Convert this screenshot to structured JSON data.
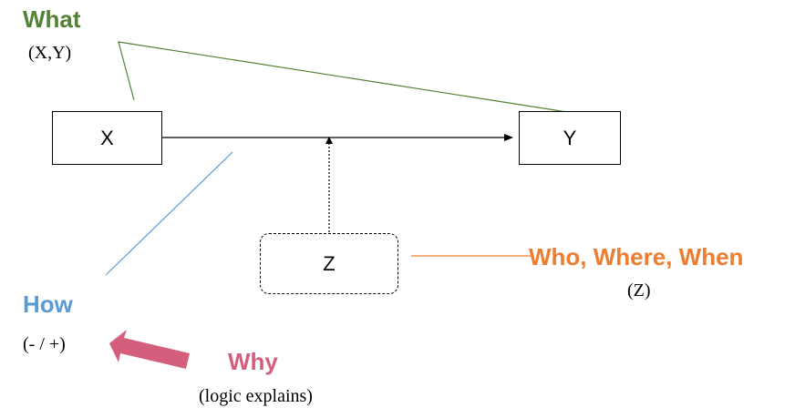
{
  "nodes": {
    "x": "X",
    "y": "Y",
    "z": "Z"
  },
  "labels": {
    "what": {
      "title": "What",
      "sub": "(X,Y)"
    },
    "how": {
      "title": "How",
      "sub": "(- / +)"
    },
    "why": {
      "title": "Why",
      "sub": "(logic explains)"
    },
    "who": {
      "title": "Who, Where, When",
      "sub": "(Z)"
    }
  },
  "colors": {
    "what": "#538135",
    "how": "#5B9BD5",
    "why": "#D45F7C",
    "who": "#ED7D31",
    "box_border": "#000000"
  }
}
